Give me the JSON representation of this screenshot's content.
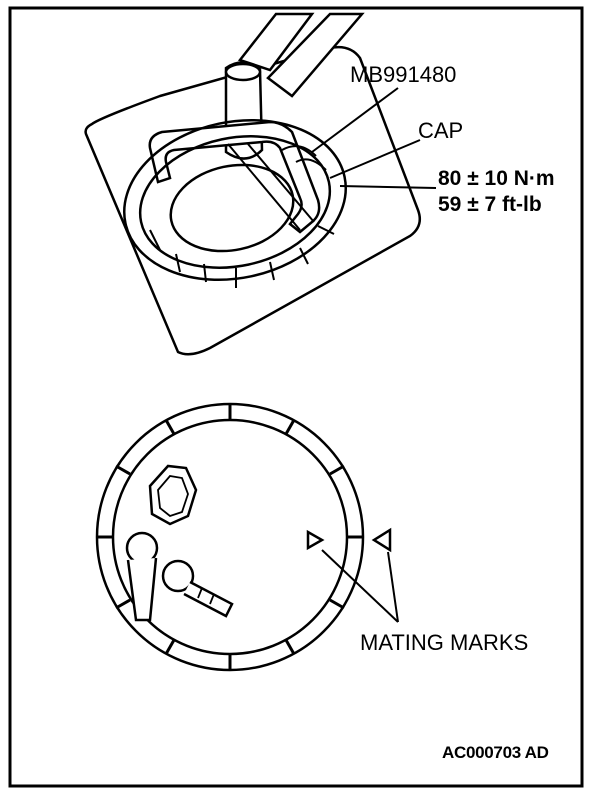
{
  "labels": {
    "tool": "MB991480",
    "cap": "CAP",
    "torque_nm": "80 ± 10 N·m",
    "torque_ftlb": "59 ± 7 ft-lb",
    "mating_marks": "MATING MARKS",
    "figure_code": "AC000703 AD"
  },
  "colors": {
    "line": "#000000",
    "background": "#ffffff"
  }
}
